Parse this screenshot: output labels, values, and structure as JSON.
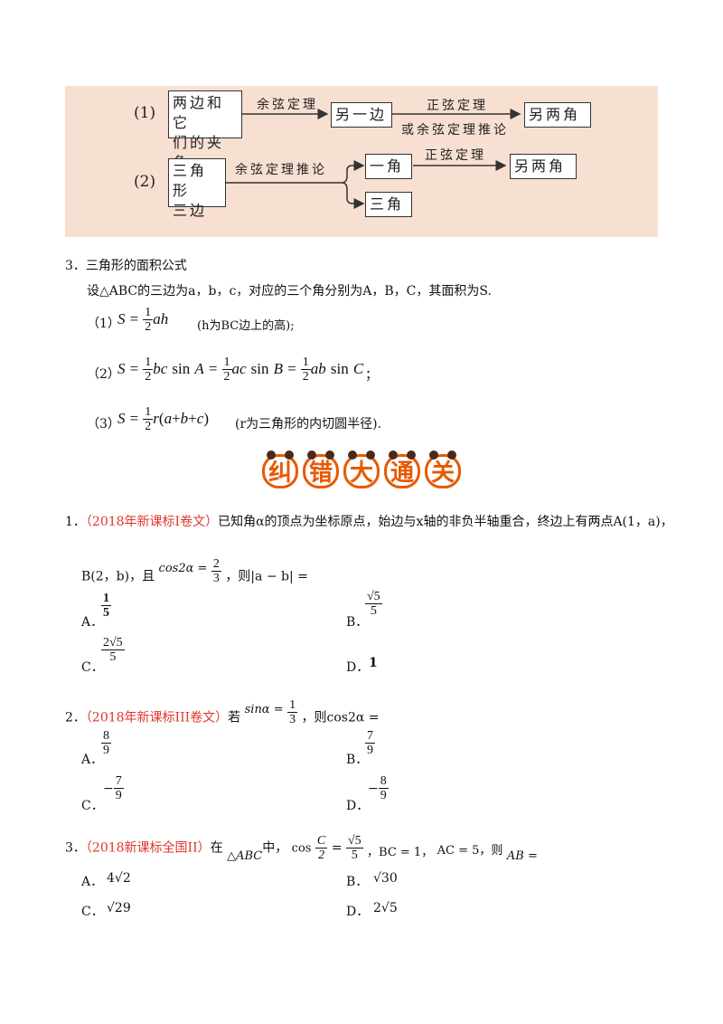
{
  "diagram": {
    "row1": {
      "num": "(1)",
      "start_l1": "两边和它",
      "start_l2": "们的夹角",
      "arrow1": "余弦定理",
      "mid": "另一边",
      "arrow2_top": "正弦定理",
      "arrow2_bottom": "或余弦定理推论",
      "end": "另两角"
    },
    "row2": {
      "num": "(2)",
      "start_l1": "三角形",
      "start_l2": "三边",
      "arrow1": "余弦定理推论",
      "mid_top": "一角",
      "mid_bottom": "三角",
      "arrow2": "正弦定理",
      "end": "另两角"
    }
  },
  "section3": {
    "heading": "3．三角形的面积公式",
    "intro": "设△ABC的三边为a，b，c，对应的三个角分别为A，B，C，其面积为S.",
    "f1_num": "（1）",
    "f1_note": "(h为BC边上的高);",
    "f2_num": "（2）",
    "f2_tail": "；",
    "f3_num": "（3）",
    "f3_note": "(r为三角形的内切圆半径)."
  },
  "banner": [
    "纠",
    "错",
    "大",
    "通",
    "关"
  ],
  "q1": {
    "num": "1．",
    "source": "（2018年新课标I卷文）",
    "text": "已知角α的顶点为坐标原点，始边与x轴的非负半轴重合，终边上有两点A(1，a)，",
    "line2_a": "B(2，b)，且",
    "cond_lhs": "cos2α =",
    "cond_n": "2",
    "cond_d": "3",
    "line2_b": "，则|a − b| =",
    "A_label": "A．",
    "A_n": "1",
    "A_d": "5",
    "B_label": "B．",
    "B_n": "√5",
    "B_d": "5",
    "C_label": "C．",
    "C_n": "2√5",
    "C_d": "5",
    "D_label": "D．",
    "D_val": "1"
  },
  "q2": {
    "num": "2．",
    "source": "（2018年新课标III卷文）",
    "pre": "若",
    "cond_lhs": "sinα =",
    "cond_n": "1",
    "cond_d": "3",
    "post": "，则cos2α =",
    "A_label": "A．",
    "A_n": "8",
    "A_d": "9",
    "B_label": "B．",
    "B_n": "7",
    "B_d": "9",
    "C_label": "C．",
    "C_sign": "−",
    "C_n": "7",
    "C_d": "9",
    "D_label": "D．",
    "D_sign": "−",
    "D_n": "8",
    "D_d": "9"
  },
  "q3": {
    "num": "3．",
    "source": "（2018新课标全国II）",
    "t1": "在",
    "tri": "△ABC",
    "t2": "中，",
    "cos": "cos",
    "c_n": "C",
    "c_d": "2",
    "eq": "=",
    "r_n": "√5",
    "r_d": "5",
    "bc": "，BC = 1，",
    "ac": "AC = 5，则",
    "ab": "AB =",
    "A_label": "A．",
    "A_val": "4√2",
    "B_label": "B．",
    "B_val": "√30",
    "C_label": "C．",
    "C_val": "√29",
    "D_label": "D．",
    "D_val": "2√5"
  }
}
